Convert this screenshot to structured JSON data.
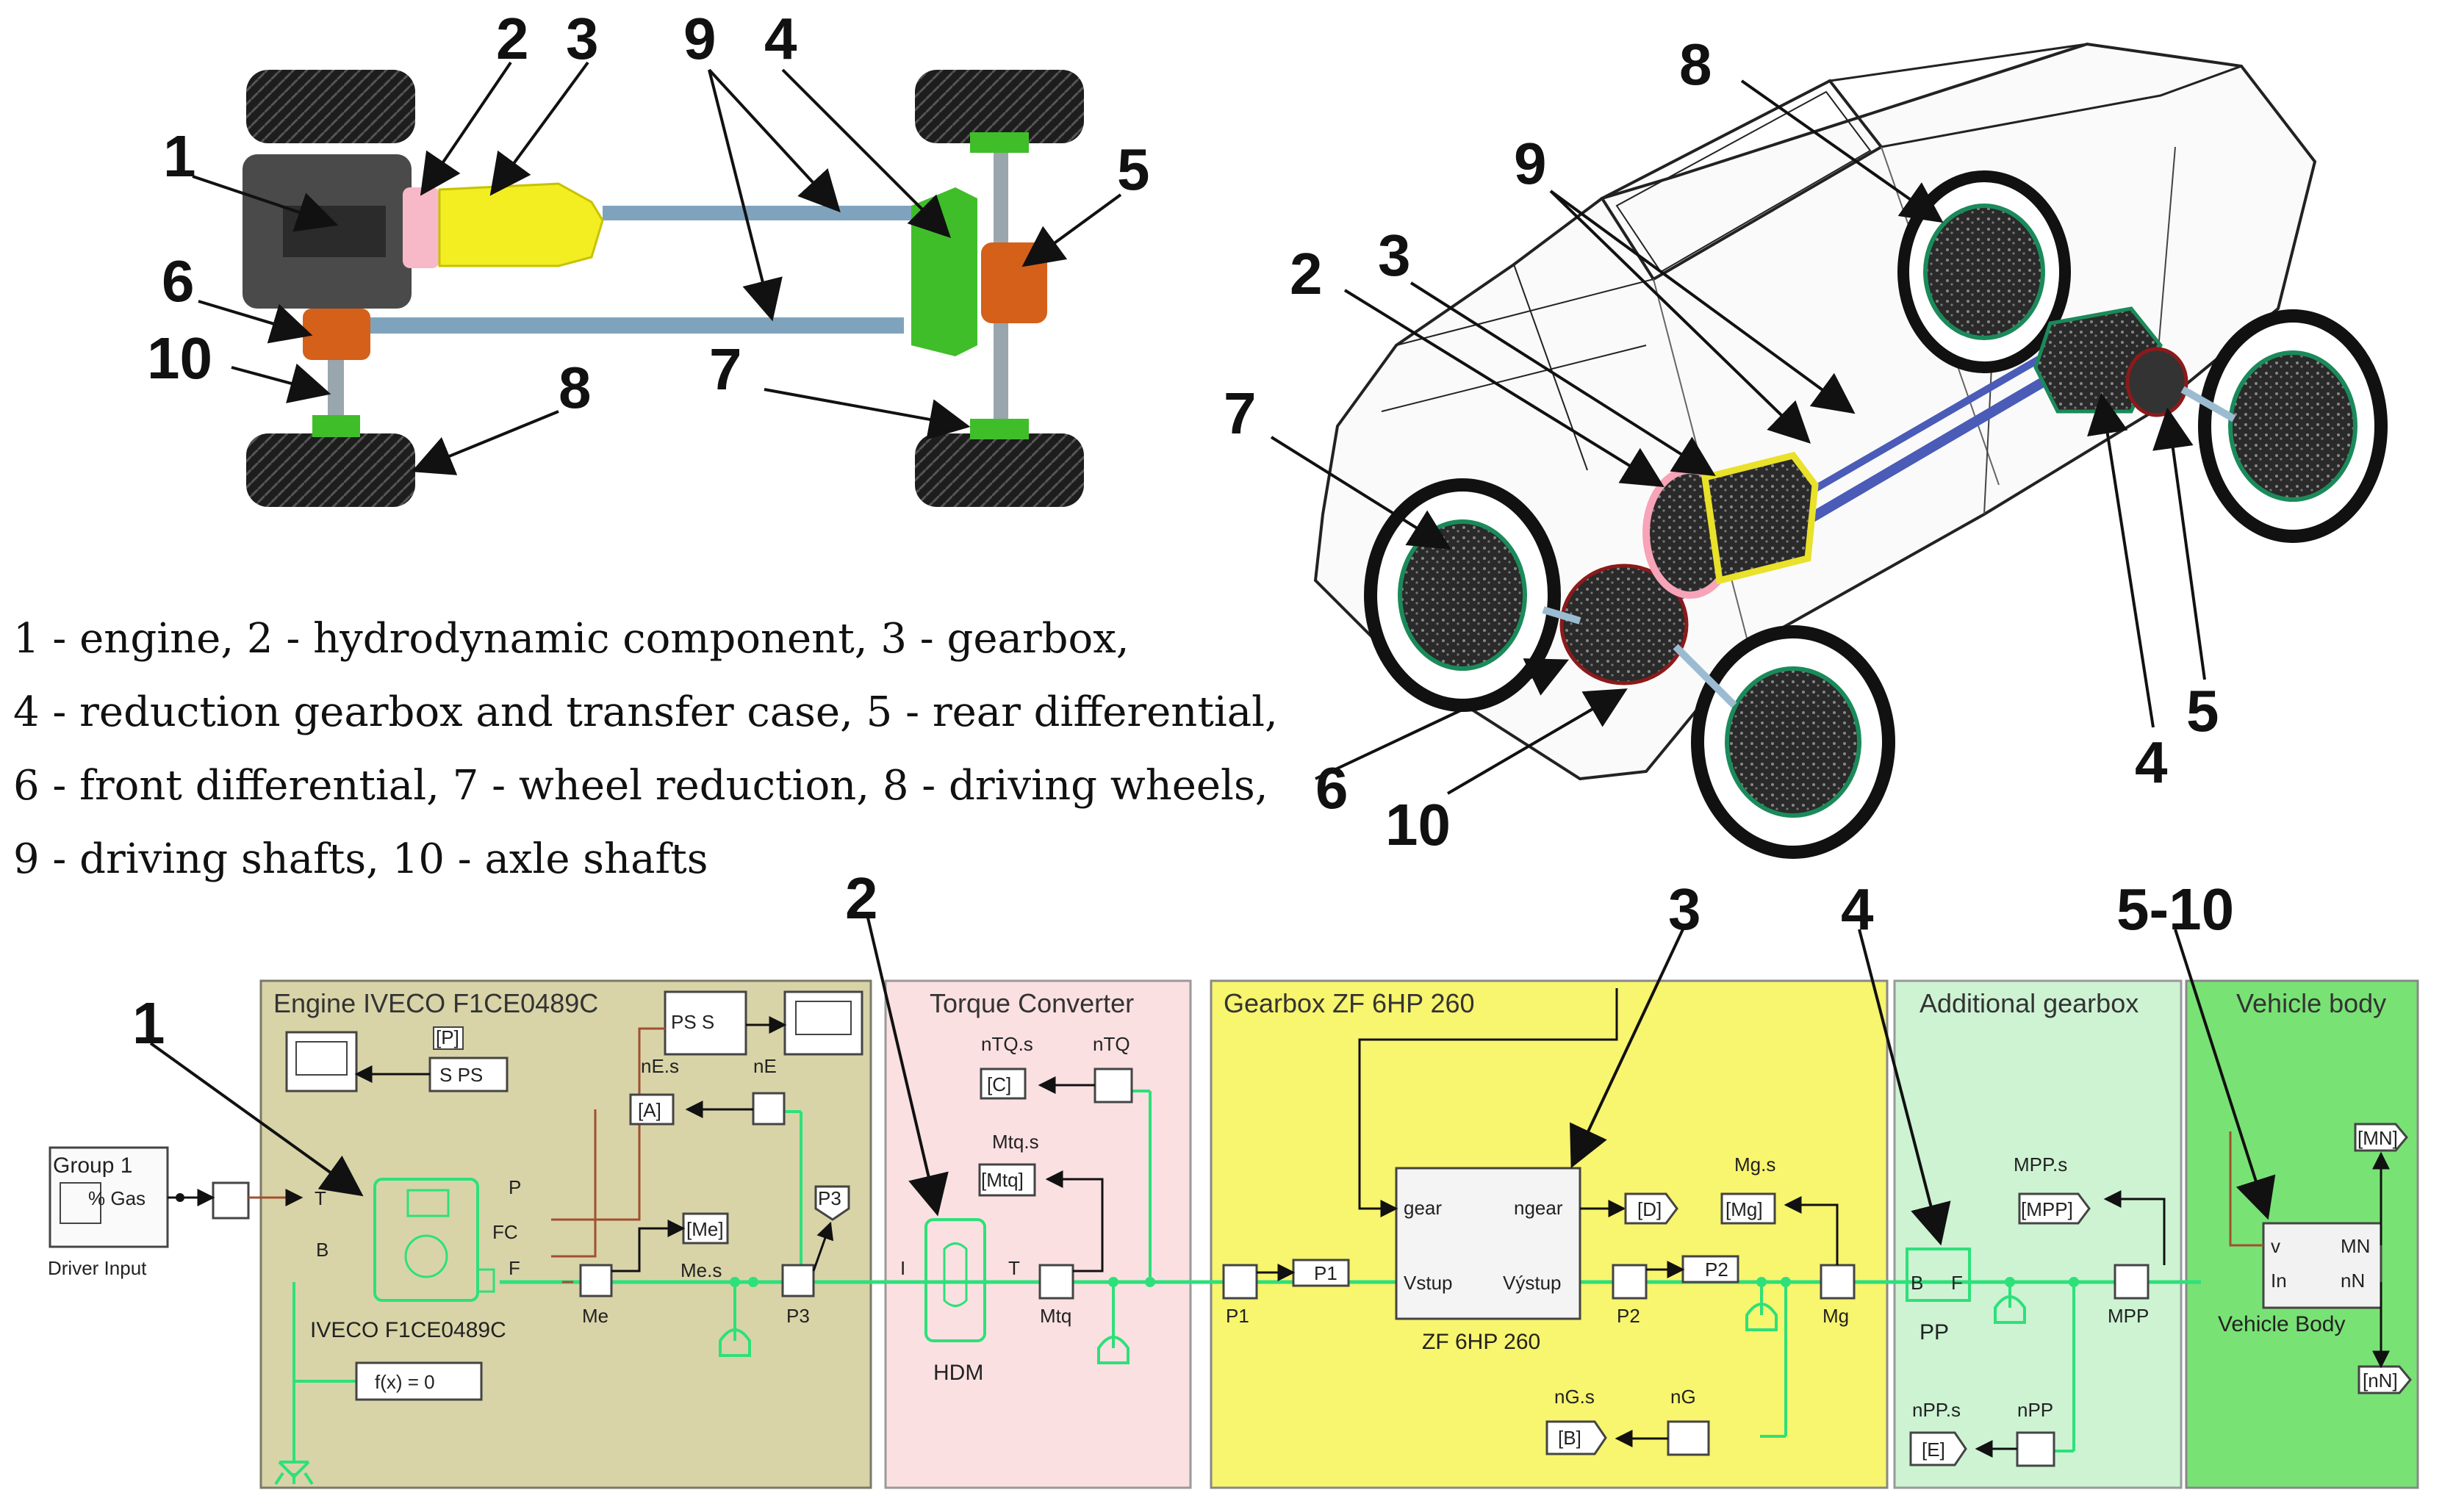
{
  "callouts_top_left": [
    "1",
    "2",
    "3",
    "9",
    "4",
    "5",
    "6",
    "10",
    "7",
    "8"
  ],
  "callouts_top_right": [
    "8",
    "9",
    "3",
    "2",
    "7",
    "6",
    "10",
    "4",
    "5"
  ],
  "legend": {
    "line1": "1 - engine, 2 - hydrodynamic component, 3 - gearbox,",
    "line2": "4 - reduction gearbox and transfer case, 5 - rear differential,",
    "line3": "6 - front differential, 7 - wheel reduction, 8 - driving wheels,",
    "line4": "9 - driving shafts, 10 - axle shafts"
  },
  "callouts_bottom": {
    "c1": "1",
    "c2": "2",
    "c3": "3",
    "c4": "4",
    "c5": "5-10"
  },
  "sections": {
    "engine": "Engine IVECO F1CE0489C",
    "torque": "Torque Converter",
    "gearbox": "Gearbox ZF 6HP 260",
    "additional": "Additional gearbox",
    "vehicle": "Vehicle body"
  },
  "driver": {
    "group": "Group 1",
    "gas": "% Gas",
    "label": "Driver Input"
  },
  "engine_blocks": {
    "ps_s": "PS S",
    "s_ps": "S PS",
    "p_tag": "[P]",
    "ne_s": "nE.s",
    "ne": "nE",
    "a_tag": "[A]",
    "me_tag": "[Me]",
    "me_s": "Me.s",
    "me": "Me",
    "p3_tag": "P3",
    "p3": "P3",
    "port_T": "T",
    "port_P": "P",
    "port_FC": "FC",
    "port_F": "F",
    "port_B": "B",
    "engine_name": "IVECO F1CE0489C",
    "fx": "f(x) = 0"
  },
  "torque_blocks": {
    "ntq_s": "nTQ.s",
    "ntq": "nTQ",
    "c_tag": "[C]",
    "mtq_s": "Mtq.s",
    "mtq_tag": "[Mtq]",
    "mtq": "Mtq",
    "port_I": "I",
    "port_T": "T",
    "hdm": "HDM"
  },
  "gearbox_blocks": {
    "p1": "P1",
    "p1_tag": "P1",
    "gear": "gear",
    "ngear": "ngear",
    "vstup": "Vstup",
    "vystup": "Výstup",
    "zf": "ZF 6HP 260",
    "d_tag": "[D]",
    "p2": "P2",
    "p2_tag": "P2",
    "mg_s": "Mg.s",
    "mg_tag": "[Mg]",
    "mg": "Mg",
    "ng_s": "nG.s",
    "ng": "nG",
    "b_tag": "[B]"
  },
  "additional_blocks": {
    "mpp_s": "MPP.s",
    "mpp_tag": "[MPP]",
    "mpp": "MPP",
    "pp": "PP",
    "port_B": "B",
    "port_F": "F",
    "npp_s": "nPP.s",
    "npp": "nPP",
    "e_tag": "[E]"
  },
  "vehicle_blocks": {
    "v": "v",
    "mn": "MN",
    "in": "In",
    "nn": "nN",
    "name": "Vehicle Body",
    "mn_tag": "[MN]",
    "nn_tag": "[nN]"
  },
  "colors": {
    "engine_bg": "#d8d4a8",
    "torque_bg": "#fbe0e2",
    "gearbox_bg": "#f8f56e",
    "additional_bg": "#cdf3d3",
    "vehicle_bg": "#79e275",
    "signal_green": "#2ee07a",
    "engine_gray": "#4a4a4a",
    "gear_yellow": "#f2ee22",
    "conv_pink": "#f7b8c8",
    "diff_orange": "#d4601a",
    "transfer_green": "#3fbe2a",
    "shaft_blue": "#7fa3bd"
  }
}
